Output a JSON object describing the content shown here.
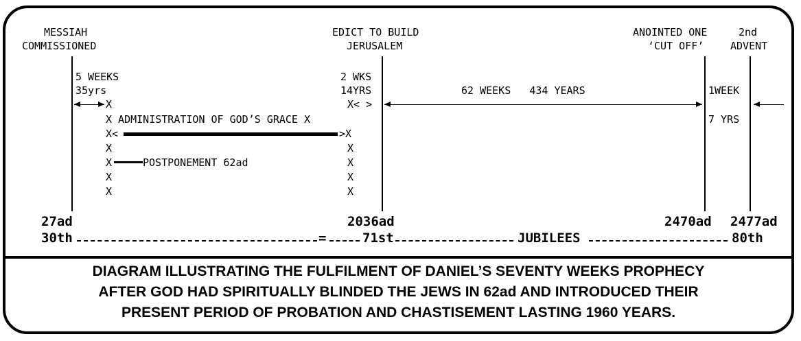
{
  "labels": {
    "messiah_line1": "MESSIAH",
    "messiah_line2": "COMMISSIONED",
    "edict_line1": "EDICT TO BUILD",
    "edict_line2": "JERUSALEM",
    "anointed_line1": "ANOINTED ONE",
    "anointed_line2": "‘CUT OFF’",
    "advent_line1": "2nd",
    "advent_line2": "ADVENT",
    "five_weeks": "5 WEEKS",
    "thirty_five_yrs": "35yrs",
    "two_wks": "2 WKS",
    "fourteen_yrs": "14YRS",
    "sixty_two_weeks": "62 WEEKS   434 YEARS",
    "one_week": "1WEEK",
    "seven_yrs": "7 YRS",
    "administration": "X ADMINISTRATION OF GOD’S GRACE X",
    "postponement": "POSTPONEMENT 62ad",
    "x_mark": "X",
    "x_arrow_left": "X<",
    "x_arrow_right": ">X",
    "x_lt_gt": "X< >"
  },
  "timeline": {
    "year_27": "27ad",
    "year_2036": "2036ad",
    "year_2470": "2470ad",
    "year_2477": "2477ad",
    "jubilee_30": "30th",
    "jubilee_71": "71st",
    "jubilee_80": "80th",
    "jubilees": "JUBILEES",
    "equals": "="
  },
  "caption": {
    "line1": "DIAGRAM ILLUSTRATING THE FULFILMENT OF DANIEL’S SEVENTY WEEKS PROPHECY",
    "line2": "AFTER GOD HAD SPIRITUALLY BLINDED THE JEWS IN 62ad AND INTRODUCED THEIR",
    "line3": "PRESENT PERIOD OF PROBATION AND CHASTISEMENT LASTING 1960 YEARS."
  }
}
